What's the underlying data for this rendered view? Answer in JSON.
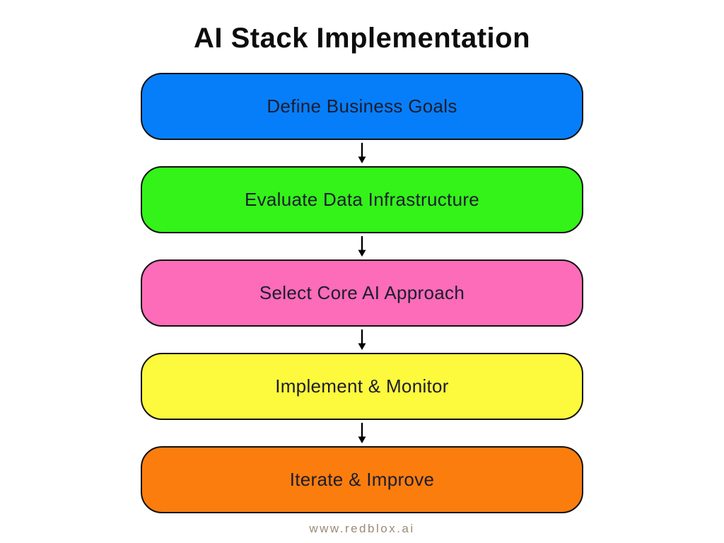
{
  "title": "AI Stack Implementation",
  "flow": {
    "steps": [
      {
        "label": "Define Business Goals",
        "color": "#077ef9"
      },
      {
        "label": "Evaluate Data Infrastructure",
        "color": "#33f318"
      },
      {
        "label": "Select Core AI Approach",
        "color": "#fc6cb8"
      },
      {
        "label": "Implement & Monitor",
        "color": "#fdf93d"
      },
      {
        "label": "Iterate & Improve",
        "color": "#fb7d0e"
      }
    ],
    "border_color": "#111111",
    "text_color": "#1c1c2e",
    "arrow_icon": "down-arrow"
  },
  "footer": {
    "text": "www.redblox.ai"
  }
}
